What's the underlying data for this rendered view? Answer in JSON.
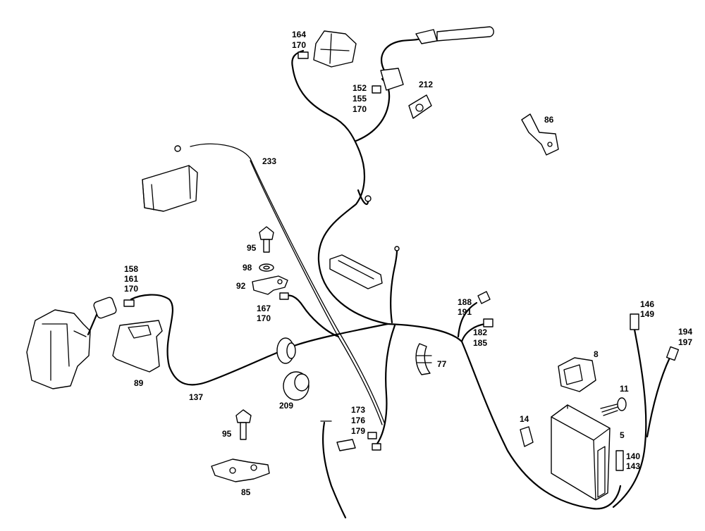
{
  "labels": {
    "l164": "164",
    "l170a": "170",
    "l152": "152",
    "l155": "155",
    "l170b": "170",
    "l212": "212",
    "l86": "86",
    "l233": "233",
    "l95a": "95",
    "l98": "98",
    "l92": "92",
    "l167": "167",
    "l170c": "170",
    "l158": "158",
    "l161": "161",
    "l170d": "170",
    "l89": "89",
    "l137": "137",
    "l209": "209",
    "l95b": "95",
    "l85": "85",
    "l173": "173",
    "l176": "176",
    "l179": "179",
    "l77": "77",
    "l188": "188",
    "l191": "191",
    "l182": "182",
    "l185": "185",
    "l146": "146",
    "l149": "149",
    "l194": "194",
    "l197": "197",
    "l8": "8",
    "l11": "11",
    "l14": "14",
    "l5": "5",
    "l140": "140",
    "l143": "143"
  }
}
